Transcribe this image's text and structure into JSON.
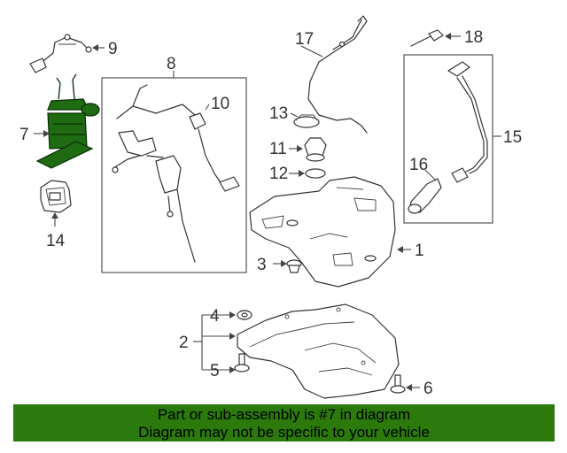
{
  "callouts": {
    "c1": "1",
    "c2": "2",
    "c3": "3",
    "c4": "4",
    "c5": "5",
    "c6": "6",
    "c7": "7",
    "c8": "8",
    "c9": "9",
    "c10": "10",
    "c11": "11",
    "c12": "12",
    "c13": "13",
    "c14": "14",
    "c15": "15",
    "c16": "16",
    "c17": "17",
    "c18": "18"
  },
  "highlight_color": "#2b7a0b",
  "banner": {
    "line1": "Part or sub-assembly is #7 in diagram",
    "line2": "Diagram may not be specific to your vehicle"
  }
}
